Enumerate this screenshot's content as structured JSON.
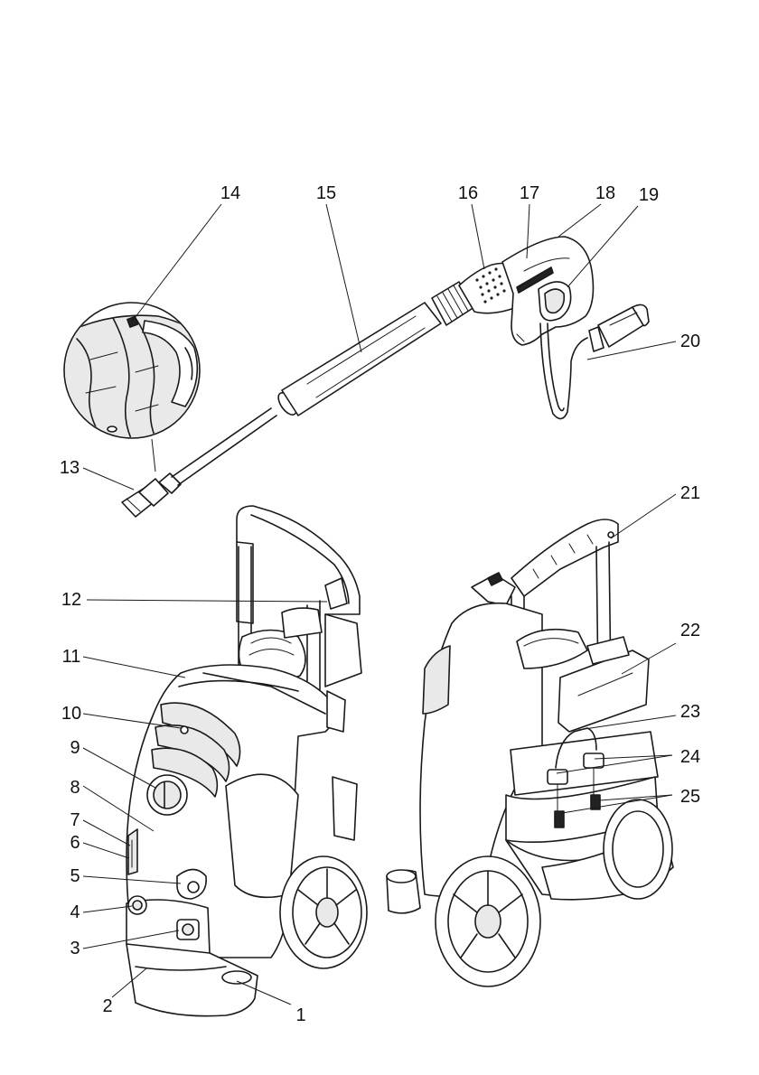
{
  "callouts": {
    "c1": "1",
    "c2": "2",
    "c3": "3",
    "c4": "4",
    "c5": "5",
    "c6": "6",
    "c7": "7",
    "c8": "8",
    "c9": "9",
    "c10": "10",
    "c11": "11",
    "c12": "12",
    "c13": "13",
    "c14": "14",
    "c15": "15",
    "c16": "16",
    "c17": "17",
    "c18": "18",
    "c19": "19",
    "c20": "20",
    "c21": "21",
    "c22": "22",
    "c23": "23",
    "c24": "24",
    "c25": "25"
  },
  "colors": {
    "line": "#1a1a1a",
    "paper": "#ffffff",
    "shade": "#e9e9e9",
    "dark": "#222222"
  },
  "parts": [
    "detail-circle",
    "spray-lance",
    "trigger-gun",
    "hose-clip",
    "front-machine",
    "rear-machine"
  ]
}
